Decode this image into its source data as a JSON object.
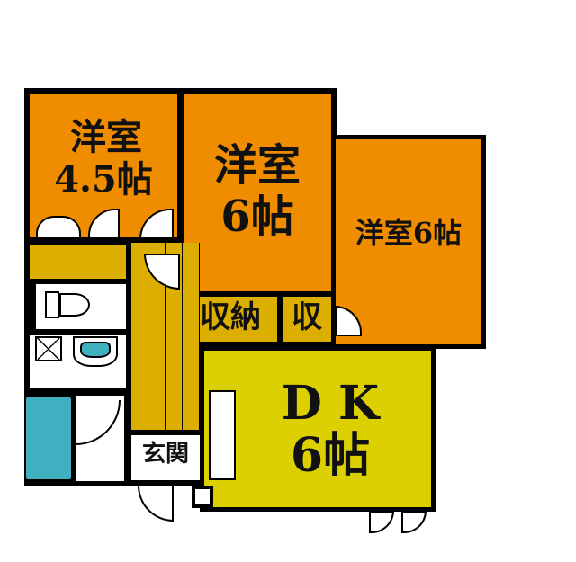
{
  "rooms": {
    "western_small": {
      "line1": "洋室",
      "line2": "4.5帖"
    },
    "western_middle": {
      "line1": "洋室",
      "line2": "6帖"
    },
    "western_right": {
      "label": "洋室6帖"
    },
    "storage_large": {
      "label": "収納"
    },
    "storage_small": {
      "label": "収"
    },
    "entrance": {
      "label": "玄関"
    },
    "dk": {
      "line1": "D K",
      "line2": "6帖"
    }
  },
  "colors": {
    "western_room": "#f08c00",
    "storage_hall": "#dcae00",
    "dk": "#dcd000",
    "bath": "#40b0c0",
    "wall": "#000000"
  }
}
